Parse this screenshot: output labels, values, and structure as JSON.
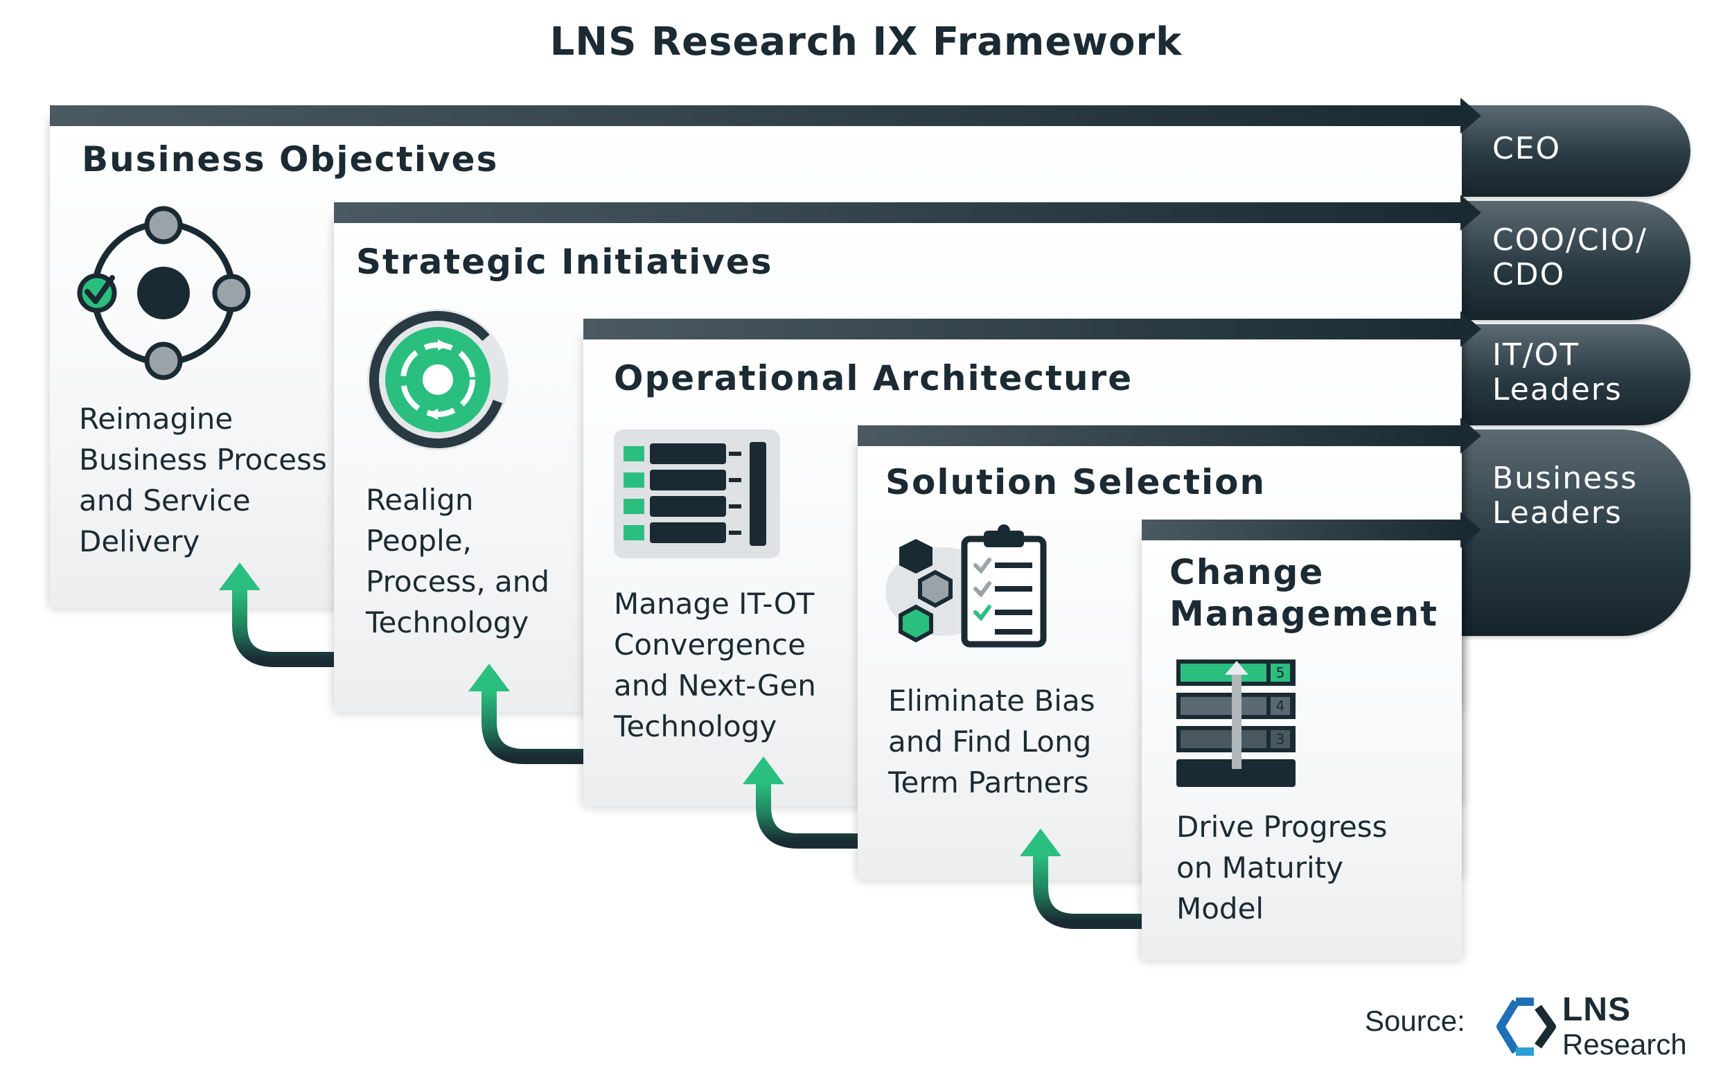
{
  "title": "LNS Research IX Framework",
  "colors": {
    "accent_green": "#2bbf7f",
    "dark_navy": "#1a2a33",
    "medium_gray": "#9aa3a8"
  },
  "layers": [
    {
      "title": "Business Objectives",
      "description": "Reimagine\nBusiness Process\nand Service\nDelivery",
      "icon": "network-check-icon"
    },
    {
      "title": "Strategic Initiatives",
      "description": "Realign\nPeople,\nProcess, and\nTechnology",
      "icon": "cycle-icon"
    },
    {
      "title": "Operational Architecture",
      "description": "Manage IT-OT\nConvergence\nand Next-Gen\nTechnology",
      "icon": "stack-icon"
    },
    {
      "title": "Solution Selection",
      "description": "Eliminate Bias\nand Find Long\nTerm Partners",
      "icon": "clipboard-checklist-icon"
    },
    {
      "title": "Change\nManagement",
      "description": "Drive Progress\non Maturity\nModel",
      "icon": "maturity-ladder-icon"
    }
  ],
  "roles": [
    {
      "label": "CEO"
    },
    {
      "label": "COO/CIO/\nCDO"
    },
    {
      "label": "IT/OT\nLeaders"
    },
    {
      "label": "Business\nLeaders"
    }
  ],
  "maturity_levels": [
    "5",
    "4",
    "3"
  ],
  "source": {
    "label": "Source:",
    "logo_primary": "LNS",
    "logo_secondary": "Research"
  }
}
